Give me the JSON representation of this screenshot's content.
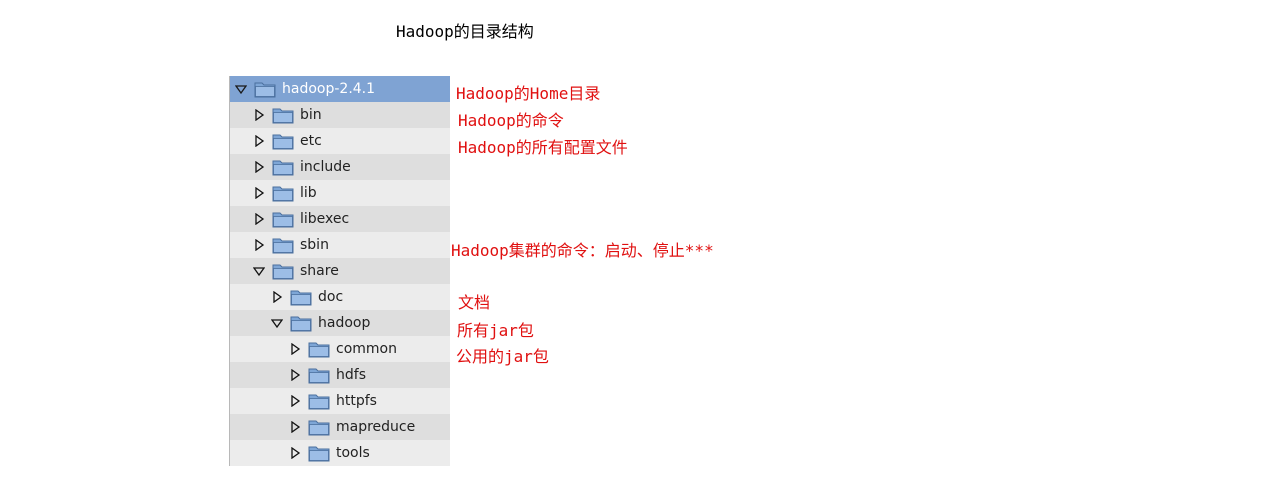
{
  "title": "Hadoop的目录结构",
  "tree": [
    {
      "label": "hadoop-2.4.1",
      "depth": 0,
      "expanded": true,
      "selected": true,
      "shade": "sel"
    },
    {
      "label": "bin",
      "depth": 1,
      "expanded": false,
      "shade": "even"
    },
    {
      "label": "etc",
      "depth": 1,
      "expanded": false,
      "shade": "odd"
    },
    {
      "label": "include",
      "depth": 1,
      "expanded": false,
      "shade": "even"
    },
    {
      "label": "lib",
      "depth": 1,
      "expanded": false,
      "shade": "odd"
    },
    {
      "label": "libexec",
      "depth": 1,
      "expanded": false,
      "shade": "even"
    },
    {
      "label": "sbin",
      "depth": 1,
      "expanded": false,
      "shade": "odd"
    },
    {
      "label": "share",
      "depth": 1,
      "expanded": true,
      "shade": "even"
    },
    {
      "label": "doc",
      "depth": 2,
      "expanded": false,
      "shade": "odd"
    },
    {
      "label": "hadoop",
      "depth": 2,
      "expanded": true,
      "shade": "even"
    },
    {
      "label": "common",
      "depth": 3,
      "expanded": false,
      "shade": "odd"
    },
    {
      "label": "hdfs",
      "depth": 3,
      "expanded": false,
      "shade": "even"
    },
    {
      "label": "httpfs",
      "depth": 3,
      "expanded": false,
      "shade": "odd"
    },
    {
      "label": "mapreduce",
      "depth": 3,
      "expanded": false,
      "shade": "even"
    },
    {
      "label": "tools",
      "depth": 3,
      "expanded": false,
      "shade": "odd"
    }
  ],
  "annotations": {
    "home": "Hadoop的Home目录",
    "bin": "Hadoop的命令",
    "etc": "Hadoop的所有配置文件",
    "sbin": "Hadoop集群的命令：启动、停止***",
    "doc": "文档",
    "hadoop": "所有jar包",
    "common": "公用的jar包"
  },
  "colors": {
    "selected_row": "#7fa3d3",
    "annotation_text": "#e01010"
  }
}
